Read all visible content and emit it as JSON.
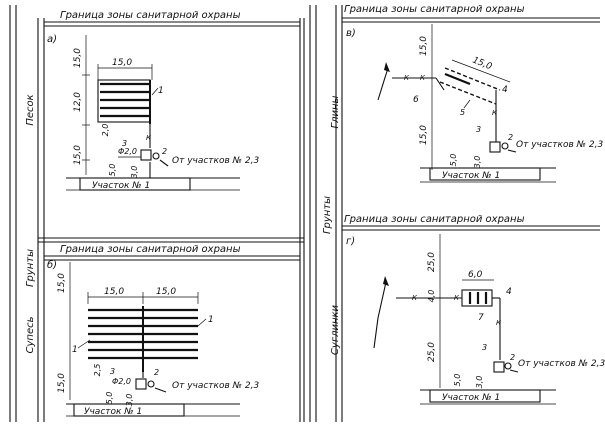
{
  "zone_title": "Граница зоны санитарной охраны",
  "zone_title_g": "Граница зоны санитарной охраны",
  "soils": {
    "main": "Грунты",
    "left": "Грунты",
    "sand": "Песок",
    "sandy_loam": "Супесь",
    "clay": "Глины",
    "loam": "Суглинки"
  },
  "panels": {
    "a": {
      "letter": "а)"
    },
    "b": {
      "letter": "б)"
    },
    "v": {
      "letter": "в)"
    },
    "g": {
      "letter": "г)"
    }
  },
  "plot_label": "Участок № 1",
  "from_plots": "От участков № 2,3",
  "from_plots_g": "От участков № 2,3",
  "dims": {
    "d15": "15,0",
    "d12": "12,0",
    "d20": "2,0",
    "d50": "5,0",
    "d30": "3,0",
    "d25": "2,5",
    "d250": "25,0",
    "d60": "6,0",
    "d40": "4,0",
    "phi": "Φ2,0"
  },
  "markers": {
    "n1": "1",
    "n2": "2",
    "n3": "3",
    "n4": "4",
    "n5": "5",
    "n6": "6",
    "n7": "7",
    "k": "К"
  }
}
